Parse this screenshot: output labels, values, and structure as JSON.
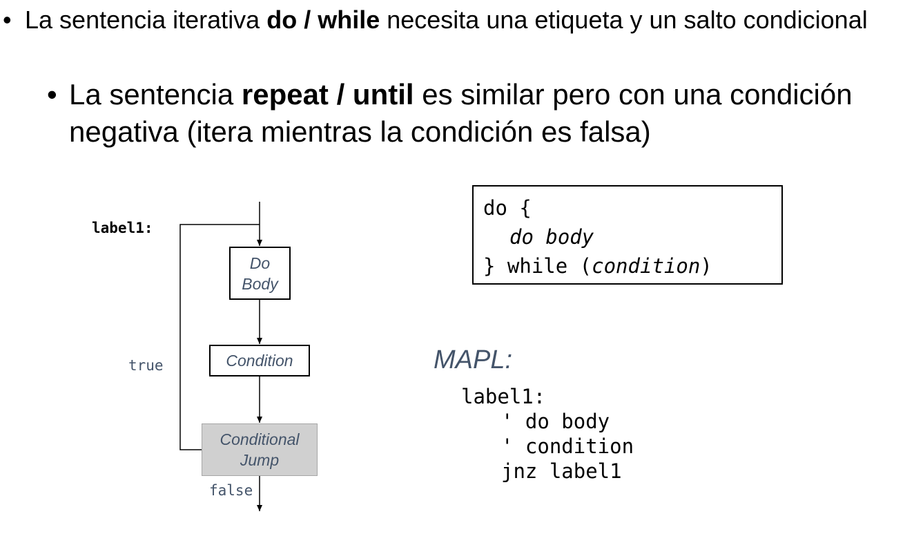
{
  "bullets": {
    "b1": {
      "pre": "La sentencia iterativa ",
      "bold": "do / while",
      "post": " necesita una etiqueta y un salto condicional"
    },
    "b2": {
      "pre": "La sentencia ",
      "bold": "repeat / until",
      "post": " es similar pero con una condición negativa (itera mientras la condición es falsa)"
    },
    "marker": "•"
  },
  "flowchart": {
    "label": "label1:",
    "true_label": "true",
    "false_label": "false",
    "do_body_line1": "Do",
    "do_body_line2": "Body",
    "condition": "Condition",
    "jump_line1": "Conditional",
    "jump_line2": "Jump"
  },
  "code": {
    "line1": "do {",
    "line2": "do body",
    "line3_pre": "} while (",
    "line3_cond": "condition",
    "line3_post": ")"
  },
  "mapl": {
    "title": "MAPL:",
    "lines": [
      "label1:",
      "' do body",
      "' condition",
      "jnz label1"
    ]
  }
}
